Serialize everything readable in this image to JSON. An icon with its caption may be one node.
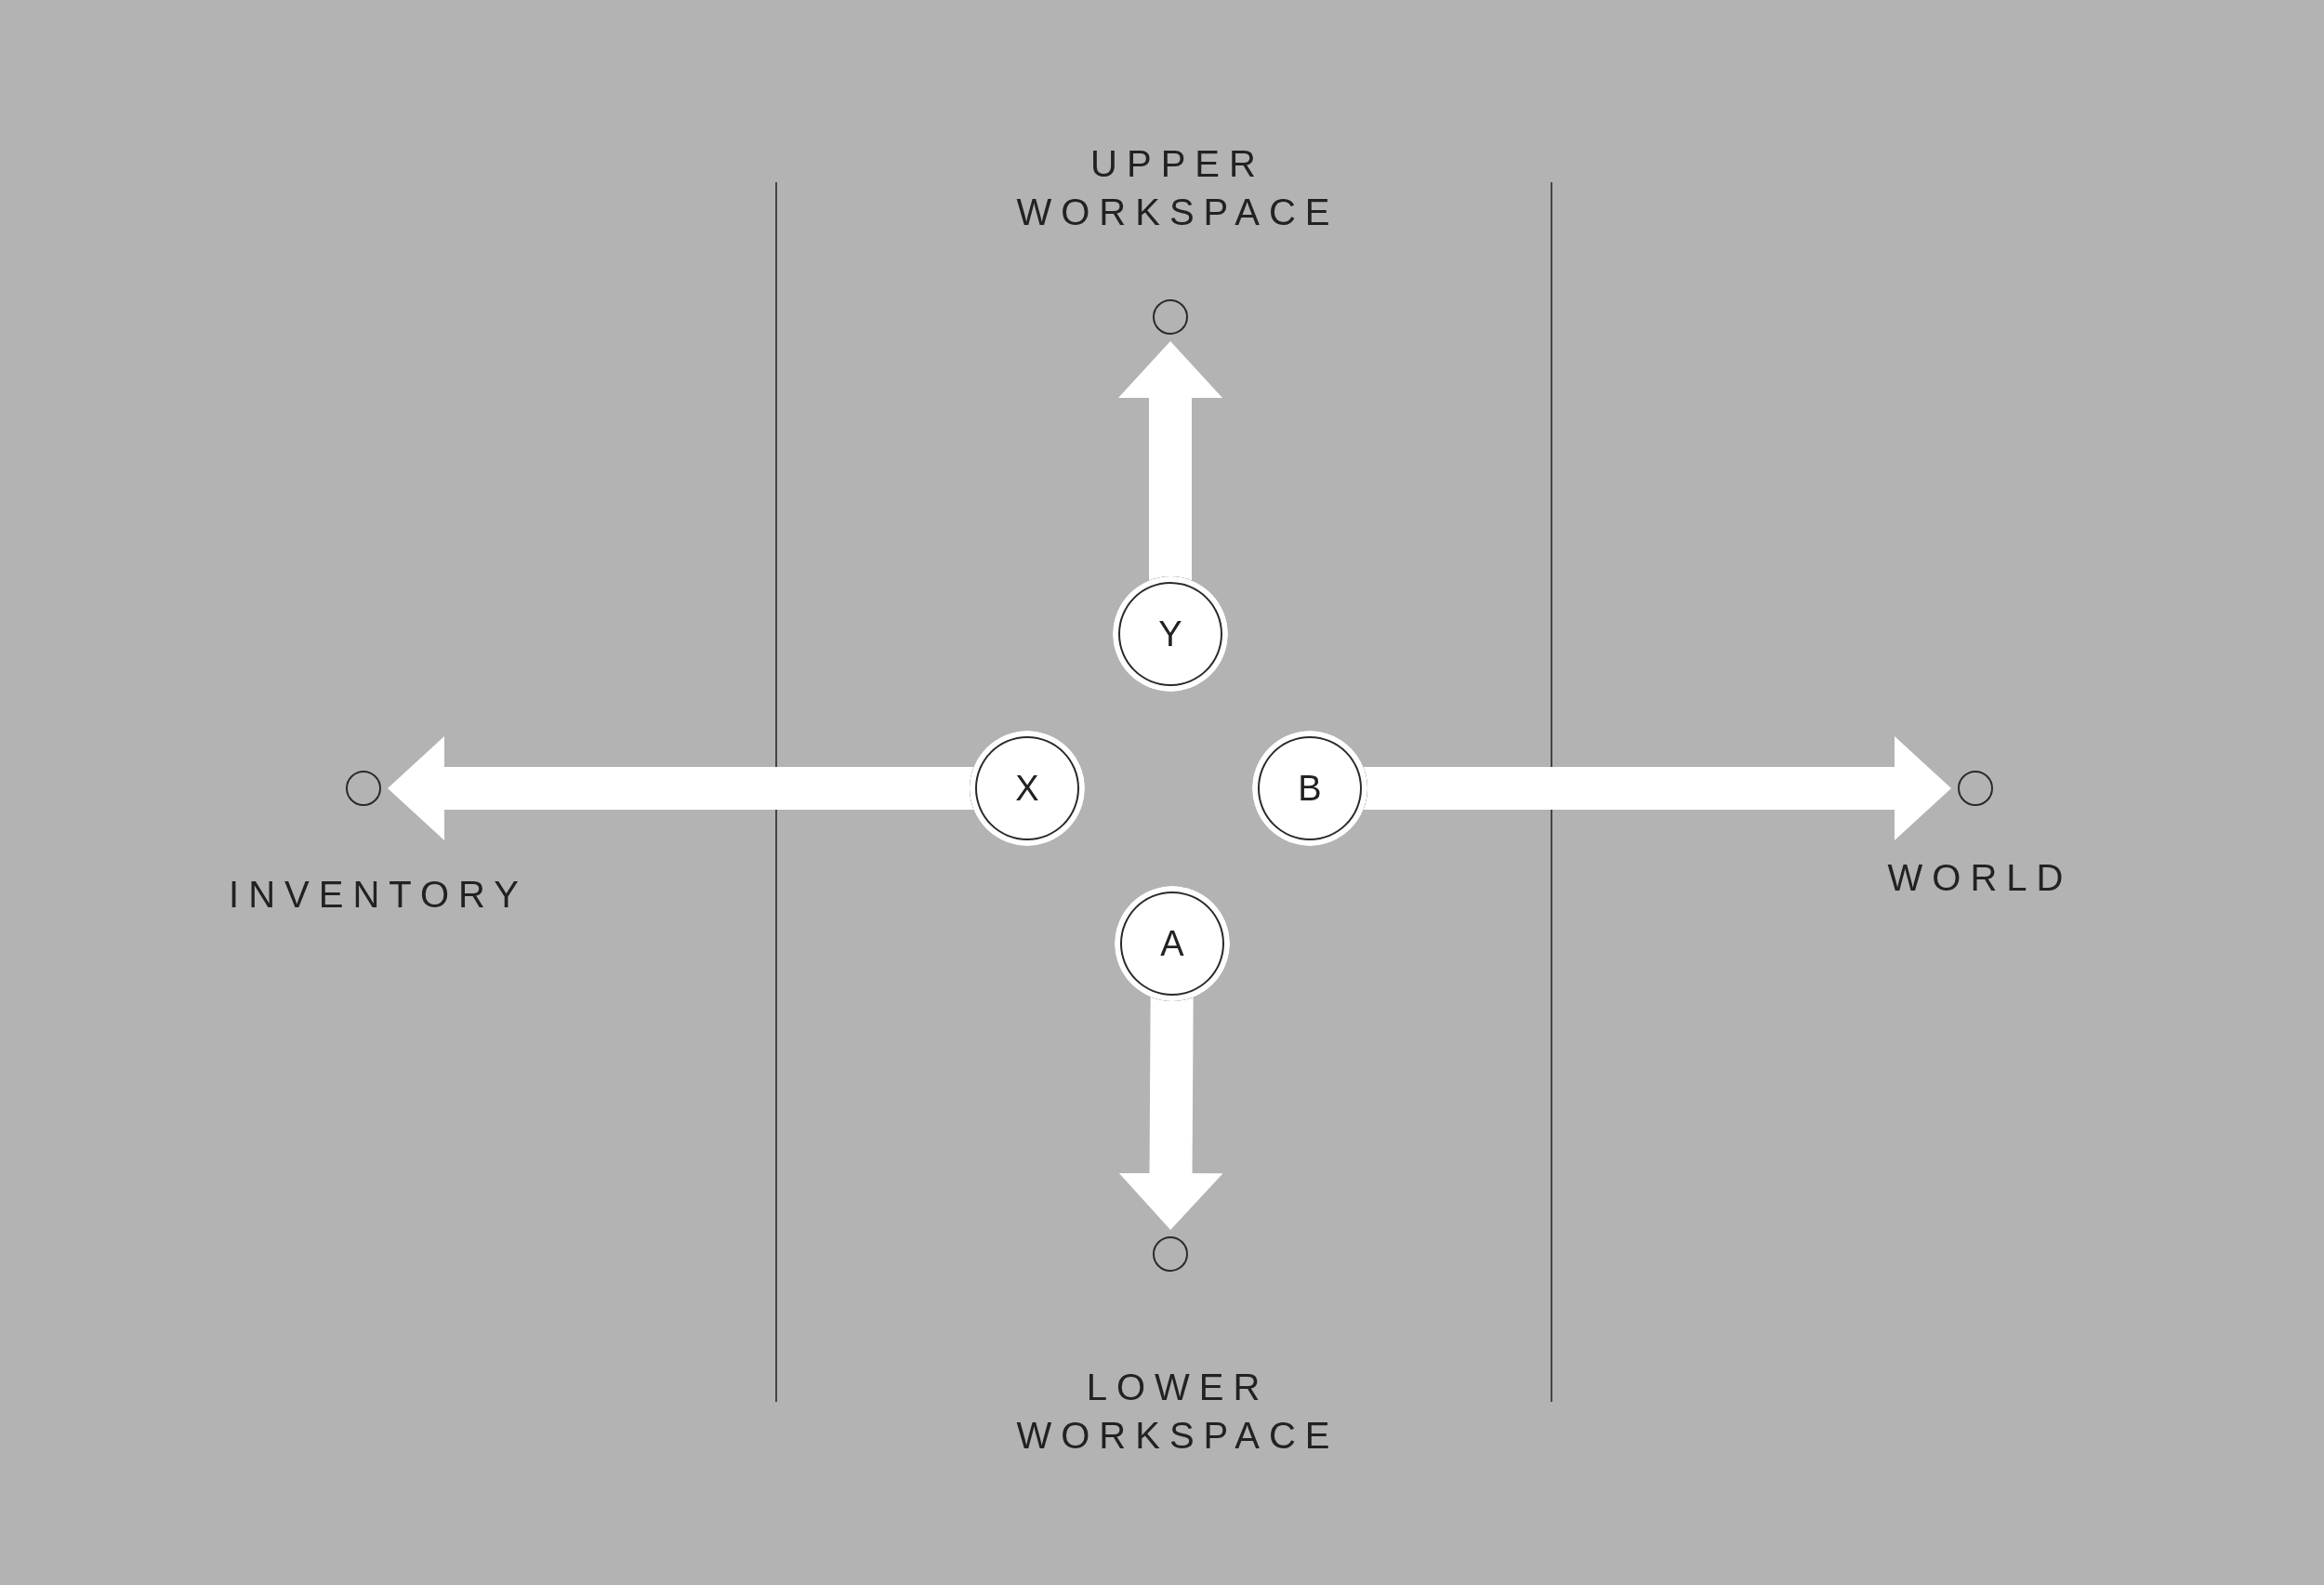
{
  "diagram": {
    "nodes": [
      {
        "text": [
          "Y"
        ]
      },
      {
        "text": [
          "X"
        ]
      },
      {
        "text": [
          "B"
        ]
      },
      {
        "text": [
          "A"
        ]
      },
      {
        "text": [],
        "shape": "circle",
        "beside": [
          "UPPER WORKSPACE"
        ]
      },
      {
        "text": [],
        "shape": "circle",
        "beside": [
          "INVENTORY"
        ]
      },
      {
        "text": [],
        "shape": "circle",
        "beside": [
          "WORLD"
        ]
      },
      {
        "text": [],
        "shape": "circle",
        "beside": [
          "LOWER WORKSPACE"
        ]
      }
    ],
    "edges": [
      {
        "from": 0,
        "to": 4,
        "arrow": "to"
      },
      {
        "from": 1,
        "to": 5,
        "arrow": "to"
      },
      {
        "from": 2,
        "to": 6,
        "arrow": "to"
      },
      {
        "from": 3,
        "to": 7,
        "arrow": "to"
      }
    ]
  }
}
